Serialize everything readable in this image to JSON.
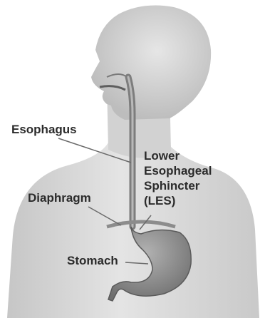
{
  "labels": {
    "esophagus": "Esophagus",
    "diaphragm": "Diaphragm",
    "stomach": "Stomach",
    "les": [
      "Lower",
      "Esophageal",
      "Sphincter",
      "(LES)"
    ]
  },
  "colors": {
    "background": "#ffffff",
    "body": "#d6d6d6",
    "organ": "#8e8e8e",
    "text": "#2b2b2b"
  }
}
